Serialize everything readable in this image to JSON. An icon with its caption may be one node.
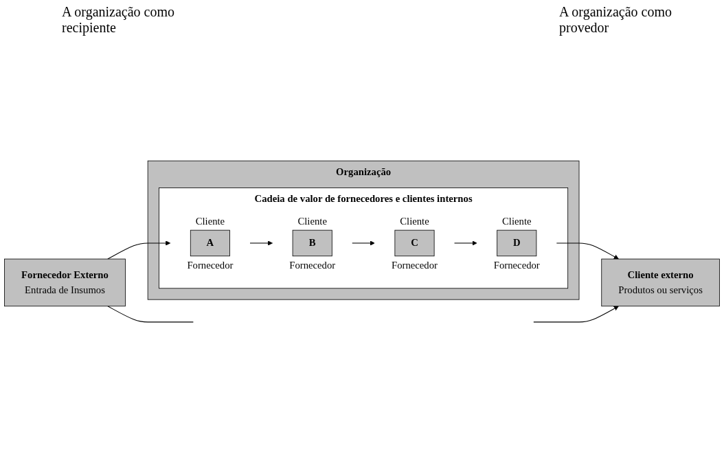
{
  "diagram": {
    "nodes": [
      {
        "text": [
          "Fornecedor Externo",
          "Entrada de Insumos"
        ]
      },
      {
        "text": [
          "Organização"
        ]
      },
      {
        "text": [
          "Cadeia de valor de fornecedores e clientes internos"
        ],
        "in": 1
      },
      {
        "text": [
          "A"
        ],
        "in": 2,
        "beside": [
          "Cliente",
          "Fornecedor"
        ]
      },
      {
        "text": [
          "B"
        ],
        "in": 2,
        "beside": [
          "Cliente",
          "Fornecedor"
        ]
      },
      {
        "text": [
          "C"
        ],
        "in": 2,
        "beside": [
          "Cliente",
          "Fornecedor"
        ]
      },
      {
        "text": [
          "D"
        ],
        "in": 2,
        "beside": [
          "Cliente",
          "Fornecedor"
        ]
      },
      {
        "text": [
          "Cliente externo",
          "Produtos ou serviços"
        ]
      }
    ],
    "edges": [
      {
        "from": 0,
        "to": 3,
        "arrow": "to"
      },
      {
        "from": 3,
        "to": 4,
        "arrow": "to"
      },
      {
        "from": 4,
        "to": 5,
        "arrow": "to"
      },
      {
        "from": 5,
        "to": 6,
        "arrow": "to"
      },
      {
        "from": 6,
        "to": 7,
        "arrow": "to"
      },
      {
        "from": 0,
        "to": null,
        "arrow": "none"
      },
      {
        "from": null,
        "to": 7,
        "arrow": "to"
      }
    ],
    "labels": [
      "A organização como recipiente",
      "A organização como provedor"
    ]
  }
}
